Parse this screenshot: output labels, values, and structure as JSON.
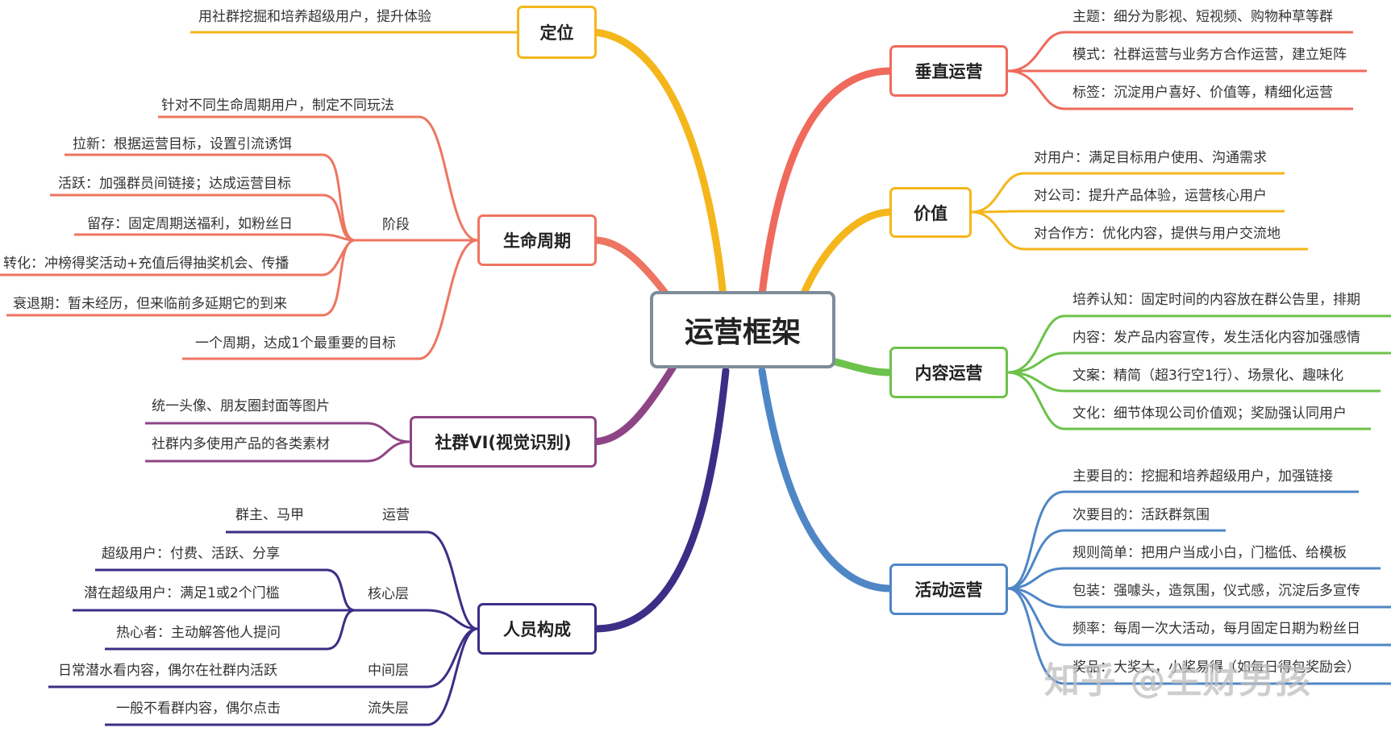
{
  "center": "运营框架",
  "colors": {
    "orange": "#f4b61b",
    "red": "#ef6a5c",
    "salmon": "#ee7561",
    "green": "#6cc24a",
    "blue": "#4f86c6",
    "purple": "#8e4585",
    "navy": "#3b2e86",
    "center_border": "#7f8c9a"
  },
  "left": {
    "positioning": {
      "label": "定位",
      "items": [
        "用社群挖掘和培养超级用户，提升体验"
      ]
    },
    "lifecycle": {
      "label": "生命周期",
      "top": "针对不同生命周期用户，制定不同玩法",
      "stage_label": "阶段",
      "stages": [
        "拉新：根据运营目标，设置引流诱饵",
        "活跃：加强群员间链接；达成运营目标",
        "留存：固定周期送福利，如粉丝日",
        "转化：冲榜得奖活动+充值后得抽奖机会、传播",
        "衰退期：暂未经历，但来临前多延期它的到来"
      ],
      "bottom": "一个周期，达成1个最重要的目标"
    },
    "vi": {
      "label": "社群VI(视觉识别)",
      "items": [
        "统一头像、朋友圈封面等图片",
        "社群内多使用产品的各类素材"
      ]
    },
    "members": {
      "label": "人员构成",
      "ops_label": "运营",
      "ops": "群主、马甲",
      "core_label": "核心层",
      "core": [
        "超级用户：付费、活跃、分享",
        "潜在超级用户：满足1或2个门槛",
        "热心者：主动解答他人提问"
      ],
      "middle_label": "中间层",
      "middle": "日常潜水看内容，偶尔在社群内活跃",
      "lost_label": "流失层",
      "lost": "一般不看群内容，偶尔点击"
    }
  },
  "right": {
    "vertical": {
      "label": "垂直运营",
      "items": [
        "主题：细分为影视、短视频、购物种草等群",
        "模式：社群运营与业务方合作运营，建立矩阵",
        "标签：沉淀用户喜好、价值等，精细化运营"
      ]
    },
    "value": {
      "label": "价值",
      "items": [
        "对用户：满足目标用户使用、沟通需求",
        "对公司：提升产品体验，运营核心用户",
        "对合作方：优化内容，提供与用户交流地"
      ]
    },
    "content": {
      "label": "内容运营",
      "items": [
        "培养认知：固定时间的内容放在群公告里，排期",
        "内容：发产品内容宣传，发生活化内容加强感情",
        "文案：精简（超3行空1行）、场景化、趣味化",
        "文化：细节体现公司价值观；奖励强认同用户"
      ]
    },
    "activity": {
      "label": "活动运营",
      "items": [
        "主要目的：挖掘和培养超级用户，加强链接",
        "次要目的：活跃群氛围",
        "规则简单：把用户当成小白，门槛低、给模板",
        "包装：强噱头，造氛围，仪式感，沉淀后多宣传",
        "频率：每周一次大活动，每月固定日期为粉丝日",
        "奖品：大奖大，小奖易得（如每日得包奖励会）"
      ]
    }
  },
  "watermark": "知乎 @生财男孩"
}
